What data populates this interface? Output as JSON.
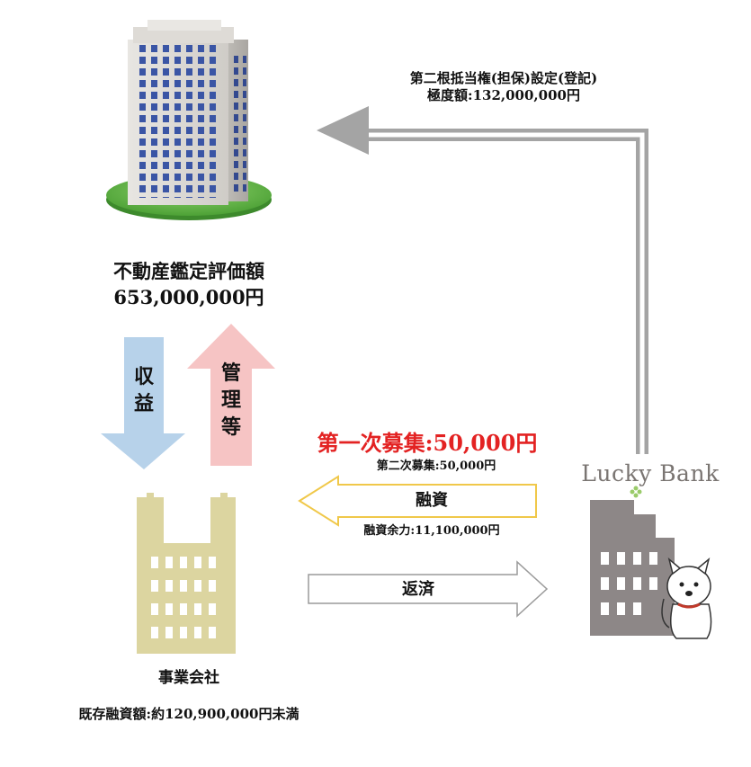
{
  "mortgage": {
    "line1": "第二根抵当権(担保)設定(登記)",
    "line2": "極度額:132,000,000円"
  },
  "property": {
    "name": "不動産鑑定評価額",
    "value": "653,000,000円"
  },
  "flows": {
    "income": "収益",
    "management": "管理等",
    "loan": "融資",
    "repay": "返済"
  },
  "offering": {
    "first": "第一次募集:50,000円",
    "second": "第二次募集:50,000円",
    "capacity": "融資余力:11,100,000円"
  },
  "company": {
    "name": "事業会社",
    "existing_loan": "既存融資額:約120,900,000円未満"
  },
  "brand": {
    "name": "Lucky Bank"
  },
  "colors": {
    "income_arrow": "#b7d2ea",
    "management_arrow": "#f6c4c4",
    "loan_arrow_border": "#f0c84a",
    "first_offering": "#e32222",
    "company_building": "#dcd5a0",
    "bank_building": "#8d8787"
  }
}
